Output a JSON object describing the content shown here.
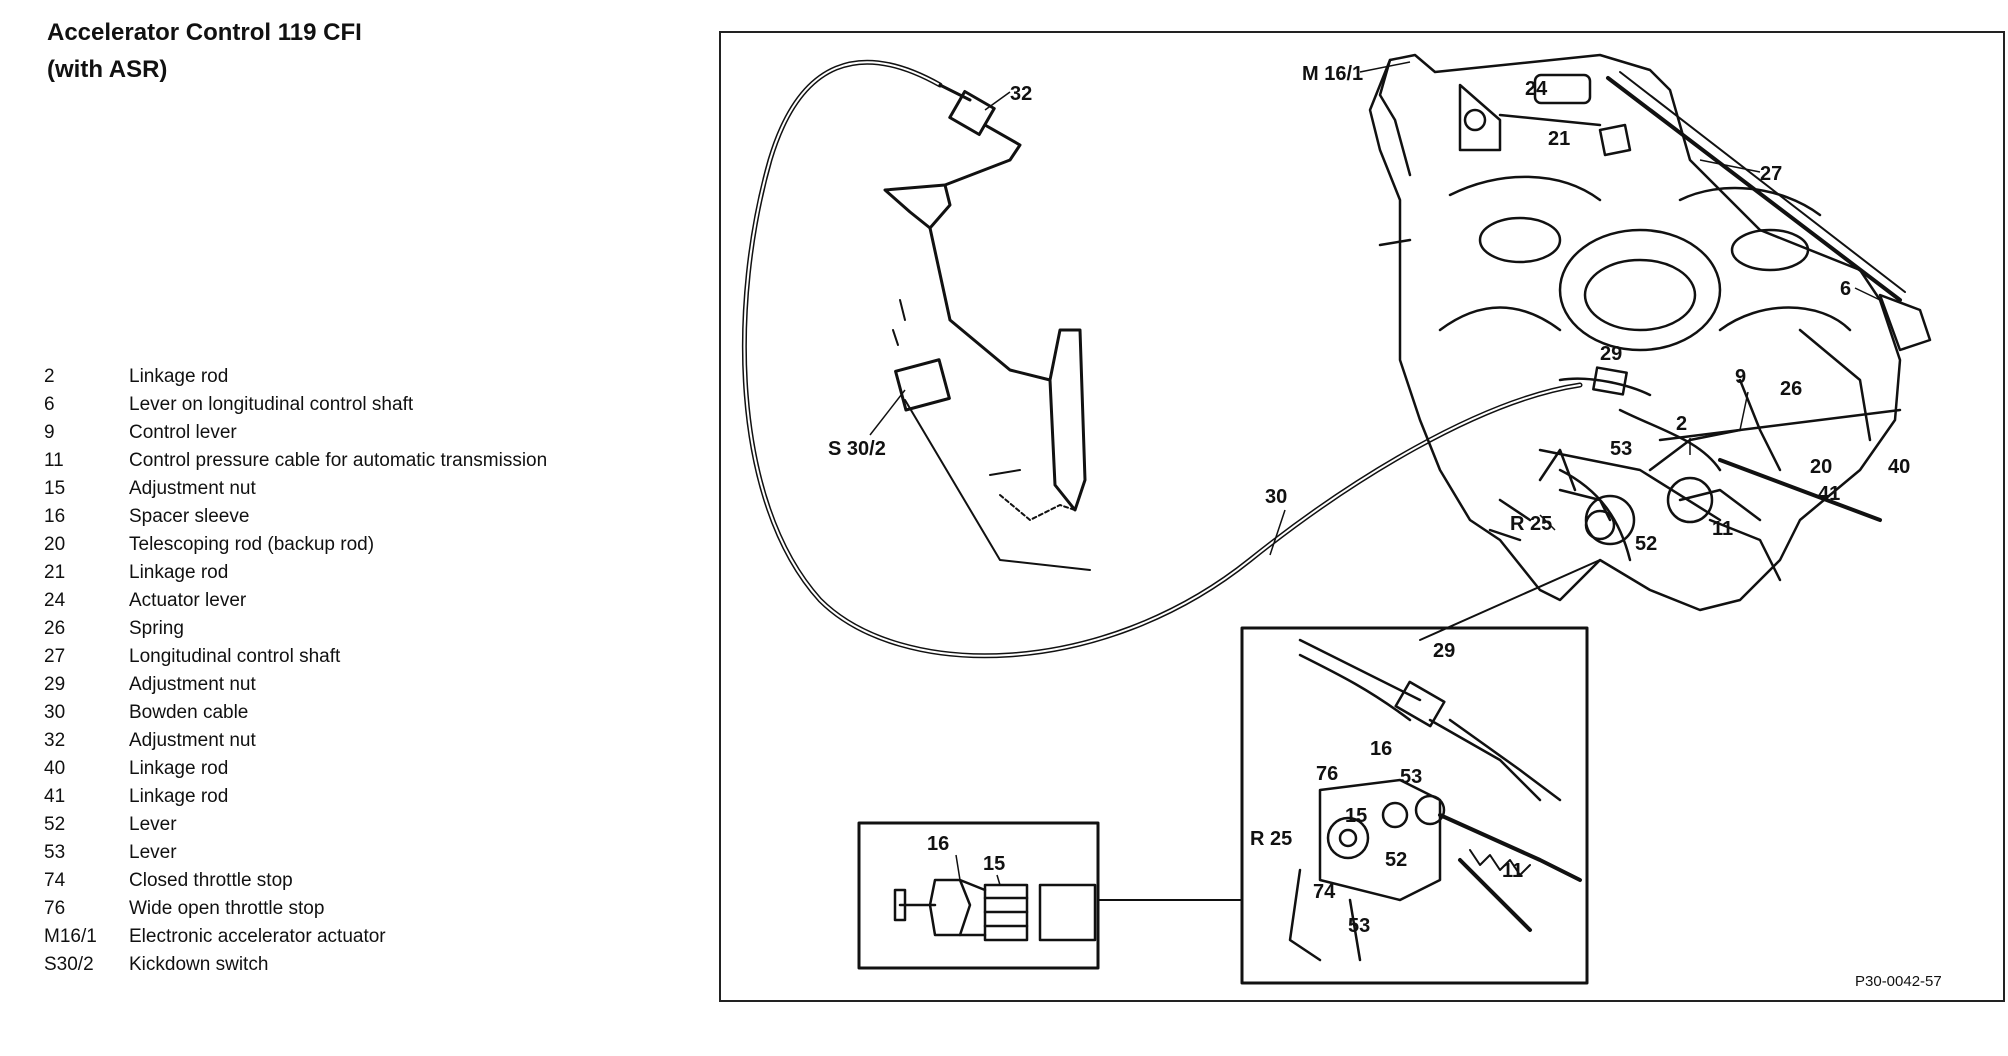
{
  "title": {
    "line1": "Accelerator Control 119 CFI",
    "line2": "(with ASR)"
  },
  "legend": [
    {
      "num": "2",
      "text": "Linkage rod"
    },
    {
      "num": "6",
      "text": "Lever on longitudinal control shaft"
    },
    {
      "num": "9",
      "text": "Control lever"
    },
    {
      "num": "11",
      "text": "Control pressure cable for automatic transmission"
    },
    {
      "num": "15",
      "text": "Adjustment nut"
    },
    {
      "num": "16",
      "text": "Spacer sleeve"
    },
    {
      "num": "20",
      "text": "Telescoping rod (backup rod)"
    },
    {
      "num": "21",
      "text": "Linkage rod"
    },
    {
      "num": "24",
      "text": "Actuator lever"
    },
    {
      "num": "26",
      "text": "Spring"
    },
    {
      "num": "27",
      "text": "Longitudinal control shaft"
    },
    {
      "num": "29",
      "text": "Adjustment nut"
    },
    {
      "num": "30",
      "text": "Bowden cable"
    },
    {
      "num": "32",
      "text": "Adjustment nut"
    },
    {
      "num": "40",
      "text": "Linkage rod"
    },
    {
      "num": "41",
      "text": "Linkage rod"
    },
    {
      "num": "52",
      "text": "Lever"
    },
    {
      "num": "53",
      "text": "Lever"
    },
    {
      "num": "74",
      "text": "Closed throttle stop"
    },
    {
      "num": "76",
      "text": "Wide open throttle stop"
    },
    {
      "num": "M16/1",
      "text": "Electronic accelerator actuator"
    },
    {
      "num": "S30/2",
      "text": "Kickdown switch"
    }
  ],
  "callouts": {
    "c32": "32",
    "cS302": "S 30/2",
    "cM161": "M 16/1",
    "c24": "24",
    "c21": "21",
    "c27": "27",
    "c6": "6",
    "c29": "29",
    "c9": "9",
    "c26": "26",
    "c2": "2",
    "c53": "53",
    "c20": "20",
    "c40": "40",
    "c41": "41",
    "cR25": "R 25",
    "c52": "52",
    "c11": "11",
    "c30": "30",
    "d29": "29",
    "d16": "16",
    "d76": "76",
    "d53": "53",
    "d15": "15",
    "dR25": "R 25",
    "d52": "52",
    "d11": "11",
    "d74": "74",
    "d53b": "53",
    "e16": "16",
    "e15": "15"
  },
  "figure_code": "P30-0042-57"
}
